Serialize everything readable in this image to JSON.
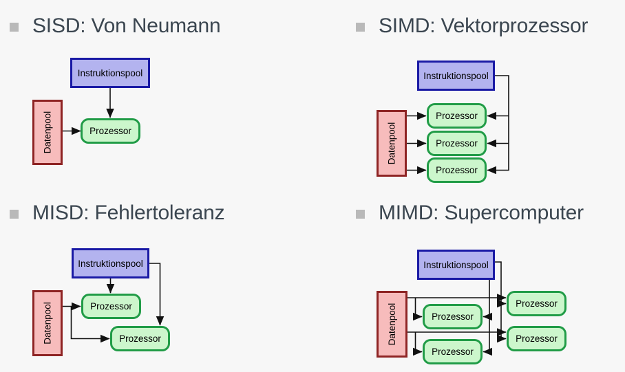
{
  "colors": {
    "background": "#f7f7f7",
    "heading_text": "#3b4650",
    "bullet": "#b9b9b9",
    "instruction_fill": "#b3b3ef",
    "instruction_border": "#1a1aa5",
    "data_fill": "#f7bcbc",
    "data_border": "#8e2424",
    "processor_fill": "#ccf6cc",
    "processor_border": "#219c47",
    "edge": "#111111"
  },
  "labels": {
    "instruction_pool": "Instruktionspool",
    "data_pool": "Datenpool",
    "processor": "Prozessor"
  },
  "sections": [
    {
      "id": "sisd",
      "title": "SISD: Von Neumann",
      "processor_count": 1
    },
    {
      "id": "simd",
      "title": "SIMD: Vektorprozessor",
      "processor_count": 3
    },
    {
      "id": "misd",
      "title": "MISD: Fehlertoleranz",
      "processor_count": 2
    },
    {
      "id": "mimd",
      "title": "MIMD: Supercomputer",
      "processor_count": 4
    }
  ]
}
